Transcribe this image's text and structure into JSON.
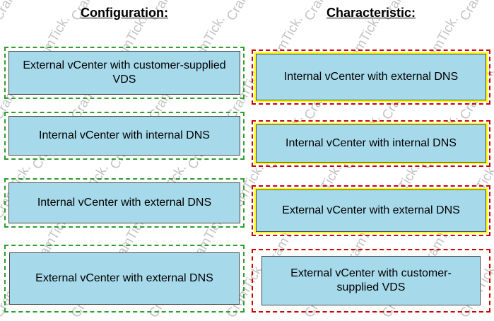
{
  "watermark": {
    "text": "CramTick."
  },
  "colors": {
    "tile_fill": "#a6d9ea",
    "green": "#2f9e2f",
    "red": "#cc0000",
    "yellow": "#ffff00",
    "wm_color": "rgba(125,125,125,0.45)"
  },
  "columns": {
    "left": {
      "header": "Configuration:",
      "items": [
        {
          "label": "External vCenter with customer-supplied VDS"
        },
        {
          "label": "Internal vCenter with internal DNS"
        },
        {
          "label": "Internal vCenter with external DNS"
        },
        {
          "label": "External vCenter with external DNS"
        }
      ]
    },
    "right": {
      "header": "Characteristic:",
      "items": [
        {
          "label": "Internal vCenter with external DNS"
        },
        {
          "label": "Internal vCenter with internal DNS"
        },
        {
          "label": "External vCenter with external DNS"
        },
        {
          "label": "External vCenter with customer-supplied VDS"
        }
      ]
    }
  }
}
